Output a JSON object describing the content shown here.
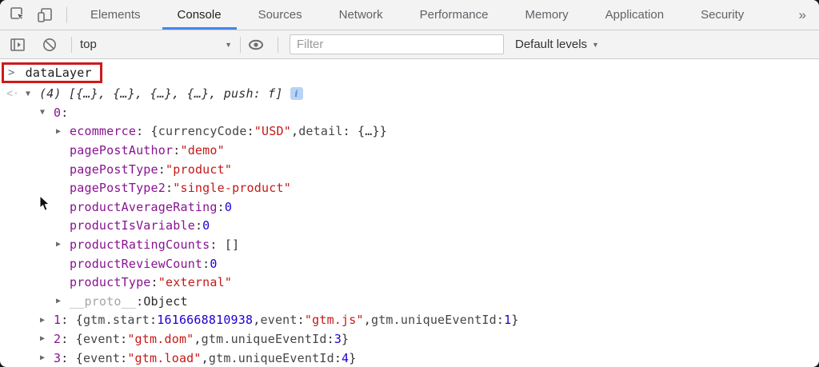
{
  "tabs": {
    "items": [
      {
        "label": "Elements",
        "active": false
      },
      {
        "label": "Console",
        "active": true
      },
      {
        "label": "Sources",
        "active": false
      },
      {
        "label": "Network",
        "active": false
      },
      {
        "label": "Performance",
        "active": false
      },
      {
        "label": "Memory",
        "active": false
      },
      {
        "label": "Application",
        "active": false
      },
      {
        "label": "Security",
        "active": false
      }
    ],
    "overflow_glyph": "»"
  },
  "toolbar": {
    "context_label": "top",
    "filter_placeholder": "Filter",
    "levels_label": "Default levels",
    "caret_glyph": "▼"
  },
  "console": {
    "prompt": ">",
    "command": "dataLayer",
    "result": {
      "return_glyph": "<·",
      "preview": "(4) [{…}, {…}, {…}, {…}, push: f]",
      "badge": "i"
    },
    "rows": [
      {
        "indent": 1,
        "arrow": "down",
        "tokens": [
          [
            "key",
            "0"
          ],
          [
            "plain",
            ":"
          ]
        ]
      },
      {
        "indent": 2,
        "arrow": "right",
        "tokens": [
          [
            "key",
            "ecommerce"
          ],
          [
            "plain",
            ": {"
          ],
          [
            "pkey",
            "currencyCode"
          ],
          [
            "plain",
            ": "
          ],
          [
            "str",
            "\"USD\""
          ],
          [
            "plain",
            ", "
          ],
          [
            "pkey",
            "detail"
          ],
          [
            "plain",
            ": {…}}"
          ]
        ]
      },
      {
        "indent": 2,
        "arrow": null,
        "tokens": [
          [
            "key",
            "pagePostAuthor"
          ],
          [
            "plain",
            ": "
          ],
          [
            "str",
            "\"demo\""
          ]
        ]
      },
      {
        "indent": 2,
        "arrow": null,
        "tokens": [
          [
            "key",
            "pagePostType"
          ],
          [
            "plain",
            ": "
          ],
          [
            "str",
            "\"product\""
          ]
        ]
      },
      {
        "indent": 2,
        "arrow": null,
        "tokens": [
          [
            "key",
            "pagePostType2"
          ],
          [
            "plain",
            ": "
          ],
          [
            "str",
            "\"single-product\""
          ]
        ]
      },
      {
        "indent": 2,
        "arrow": null,
        "tokens": [
          [
            "key",
            "productAverageRating"
          ],
          [
            "plain",
            ": "
          ],
          [
            "num",
            "0"
          ]
        ]
      },
      {
        "indent": 2,
        "arrow": null,
        "tokens": [
          [
            "key",
            "productIsVariable"
          ],
          [
            "plain",
            ": "
          ],
          [
            "num",
            "0"
          ]
        ]
      },
      {
        "indent": 2,
        "arrow": "right",
        "tokens": [
          [
            "key",
            "productRatingCounts"
          ],
          [
            "plain",
            ": []"
          ]
        ]
      },
      {
        "indent": 2,
        "arrow": null,
        "tokens": [
          [
            "key",
            "productReviewCount"
          ],
          [
            "plain",
            ": "
          ],
          [
            "num",
            "0"
          ]
        ]
      },
      {
        "indent": 2,
        "arrow": null,
        "tokens": [
          [
            "key",
            "productType"
          ],
          [
            "plain",
            ": "
          ],
          [
            "str",
            "\"external\""
          ]
        ]
      },
      {
        "indent": 2,
        "arrow": "right",
        "tokens": [
          [
            "proto",
            "__proto__"
          ],
          [
            "plain",
            ": "
          ],
          [
            "obj",
            "Object"
          ]
        ]
      },
      {
        "indent": 1,
        "arrow": "right",
        "tokens": [
          [
            "key",
            "1"
          ],
          [
            "plain",
            ": {"
          ],
          [
            "pkey",
            "gtm.start"
          ],
          [
            "plain",
            ": "
          ],
          [
            "num",
            "1616668810938"
          ],
          [
            "plain",
            ", "
          ],
          [
            "pkey",
            "event"
          ],
          [
            "plain",
            ": "
          ],
          [
            "str",
            "\"gtm.js\""
          ],
          [
            "plain",
            ", "
          ],
          [
            "pkey",
            "gtm.uniqueEventId"
          ],
          [
            "plain",
            ": "
          ],
          [
            "num",
            "1"
          ],
          [
            "plain",
            "}"
          ]
        ]
      },
      {
        "indent": 1,
        "arrow": "right",
        "tokens": [
          [
            "key",
            "2"
          ],
          [
            "plain",
            ": {"
          ],
          [
            "pkey",
            "event"
          ],
          [
            "plain",
            ": "
          ],
          [
            "str",
            "\"gtm.dom\""
          ],
          [
            "plain",
            ", "
          ],
          [
            "pkey",
            "gtm.uniqueEventId"
          ],
          [
            "plain",
            ": "
          ],
          [
            "num",
            "3"
          ],
          [
            "plain",
            "}"
          ]
        ]
      },
      {
        "indent": 1,
        "arrow": "right",
        "tokens": [
          [
            "key",
            "3"
          ],
          [
            "plain",
            ": {"
          ],
          [
            "pkey",
            "event"
          ],
          [
            "plain",
            ": "
          ],
          [
            "str",
            "\"gtm.load\""
          ],
          [
            "plain",
            ", "
          ],
          [
            "pkey",
            "gtm.uniqueEventId"
          ],
          [
            "plain",
            ": "
          ],
          [
            "num",
            "4"
          ],
          [
            "plain",
            "}"
          ]
        ]
      }
    ],
    "arrow_glyphs": {
      "down": "▼",
      "right": "▶"
    }
  },
  "colors": {
    "active_tab_accent": "#4285f4",
    "annotation_red": "#ce1a1a",
    "key_purple": "#881391",
    "string_red": "#c41a16",
    "number_blue": "#1c00cf",
    "toolbar_bg": "#f3f3f3"
  }
}
